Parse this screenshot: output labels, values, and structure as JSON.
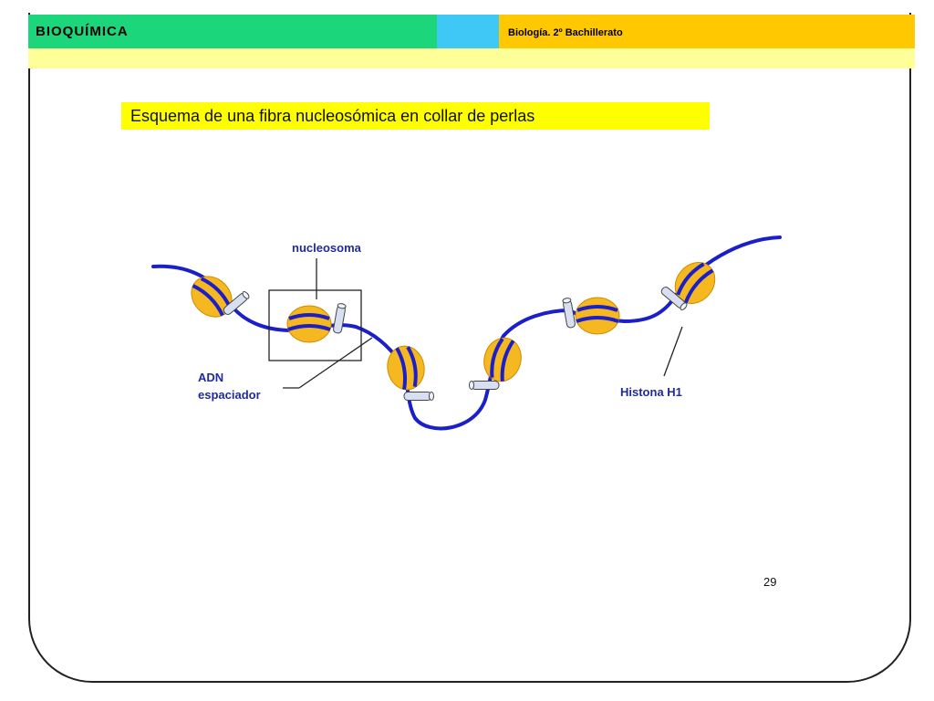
{
  "header": {
    "title": "BIOQUÍMICA",
    "course": "Biología. 2º Bachillerato",
    "colors": {
      "green": "#1bd67a",
      "blue": "#3fc7f5",
      "orange": "#ffc800",
      "band": "#ffff99"
    }
  },
  "slide": {
    "title": "Esquema de una fibra nucleosómica en collar de perlas",
    "page_number": "29"
  },
  "diagram": {
    "labels": {
      "nucleosome": "nucleosoma",
      "linker_dna_line1": "ADN",
      "linker_dna_line2": "espaciador",
      "histone": "Histona H1"
    },
    "colors": {
      "dna": "#1a1fc9",
      "histone_core": "#f5b820",
      "h1": "#d8dff0",
      "label": "#1e2c9c"
    }
  }
}
